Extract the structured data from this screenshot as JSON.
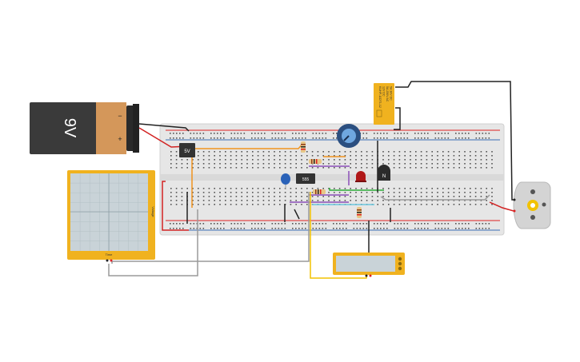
{
  "battery": {
    "label": "9V",
    "minus": "−",
    "plus": "+"
  },
  "regulator": {
    "label": "5V"
  },
  "ic": {
    "label": "555"
  },
  "transistor": {
    "label": "N"
  },
  "relay": {
    "lines": [
      "KUHP-11DT1-12",
      "12V DC",
      "5A 250V AC",
      "5A 30V DC"
    ]
  },
  "oscilloscope": {
    "y_label": "Voltage",
    "x_label": "Time"
  },
  "colors": {
    "battery_body": "#3a3a3a",
    "battery_cap": "#d4975a",
    "breadboard": "#e6e6e6",
    "rail_red": "#d22",
    "rail_blue": "#3b6fb6",
    "wire_orange": "#f0931e",
    "wire_black": "#222222",
    "wire_red": "#d22222",
    "wire_gray": "#9a9a9a",
    "wire_yellow": "#f2c200",
    "wire_purple": "#8b4fb8",
    "wire_green": "#2fae3a",
    "wire_cyan": "#6cc7de",
    "instrument": "#f0b21f",
    "screen": "#c9d3d8",
    "relay": "#f0b21f"
  }
}
